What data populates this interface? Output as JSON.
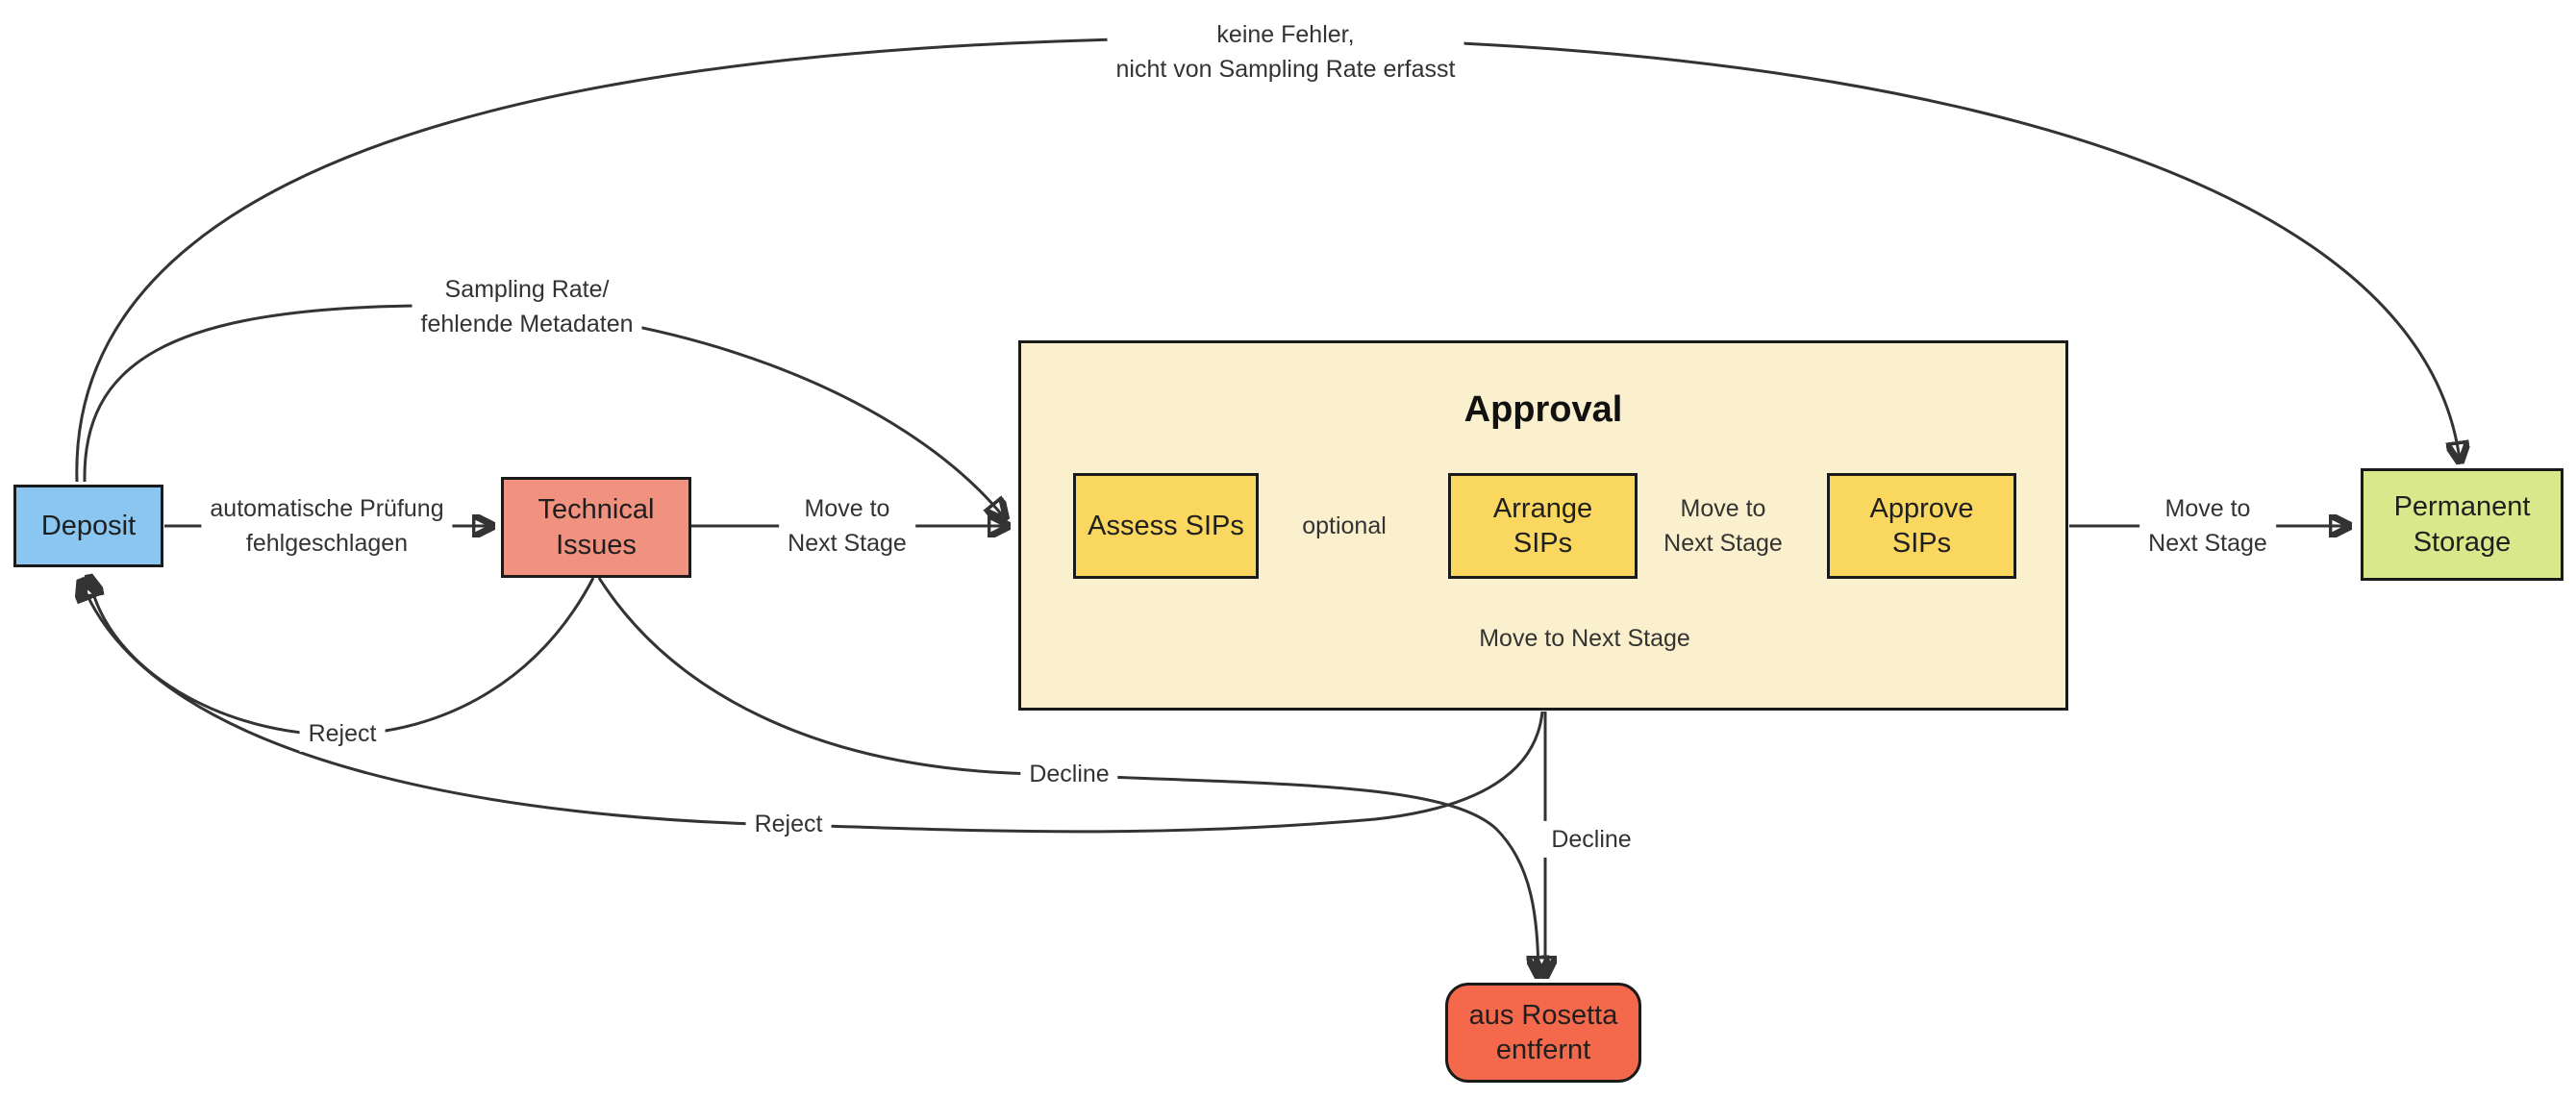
{
  "diagram": {
    "container": {
      "title": "Approval"
    },
    "nodes": {
      "deposit": {
        "label": "Deposit",
        "fill": "#8AC6EF"
      },
      "technical_issues": {
        "line1": "Technical",
        "line2": "Issues",
        "fill": "#F19180"
      },
      "assess_sips": {
        "label": "Assess SIPs",
        "fill": "#FAD75E"
      },
      "arrange_sips": {
        "line1": "Arrange",
        "line2": "SIPs",
        "fill": "#FAD75E"
      },
      "approve_sips": {
        "line1": "Approve",
        "line2": "SIPs",
        "fill": "#FAD75E"
      },
      "permanent_storage": {
        "line1": "Permanent",
        "line2": "Storage",
        "fill": "#D9E88B"
      },
      "rosetta_removed": {
        "line1": "aus Rosetta",
        "line2": "entfernt",
        "fill": "#F4694B"
      }
    },
    "edge_labels": {
      "keine_fehler": {
        "line1": "keine Fehler,",
        "line2": "nicht von Sampling Rate erfasst"
      },
      "sampling_rate": {
        "line1": "Sampling Rate/",
        "line2": "fehlende Metadaten"
      },
      "auto_check": {
        "line1": "automatische Prüfung",
        "line2": "fehlgeschlagen"
      },
      "move_ti_approval": {
        "line1": "Move to",
        "line2": "Next Stage"
      },
      "optional": {
        "label": "optional"
      },
      "move_arrange": {
        "line1": "Move to",
        "line2": "Next Stage"
      },
      "move_bypass": {
        "label": "Move to Next Stage"
      },
      "move_ps": {
        "line1": "Move to",
        "line2": "Next Stage"
      },
      "reject_ti": {
        "label": "Reject"
      },
      "reject_approval": {
        "label": "Reject"
      },
      "decline_ti": {
        "label": "Decline"
      },
      "decline_approval": {
        "label": "Decline"
      }
    },
    "colors": {
      "edge": "#333333",
      "node_border": "#1a1a1a",
      "approval_container_fill": "#FBF0CD",
      "canvas": "#ffffff"
    }
  }
}
